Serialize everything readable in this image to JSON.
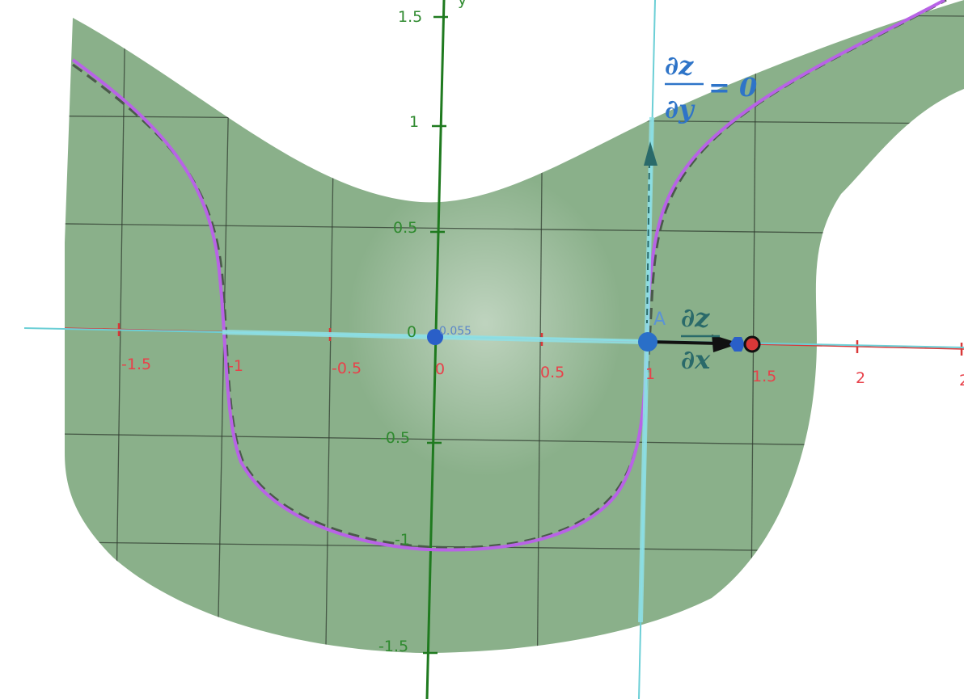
{
  "x_axis": {
    "ticks": [
      "-1.5",
      "-1",
      "-0.5",
      "0",
      "0.5",
      "1",
      "1.5",
      "2",
      "2"
    ]
  },
  "y_axis": {
    "ticks": [
      "1.5",
      "1",
      "0.5",
      "0",
      "-0.5",
      "-1",
      "-1.5"
    ],
    "label_fragment": "y"
  },
  "point": {
    "name": "A",
    "origin_value": "0.055"
  },
  "annotations": {
    "partial_zy": {
      "num": "∂z",
      "den": "∂y",
      "rhs": "= 0"
    },
    "partial_zx": {
      "num": "∂z",
      "den": "∂x"
    }
  },
  "colors": {
    "surface": "#8ab08a",
    "grid": "#2f3b2f",
    "curve": "#b863e6",
    "curve_dashed": "#4a5a4a",
    "x_axis": "#d93838",
    "y_axis": "#1f7a1f",
    "tangent": "#6ccfd6",
    "annotation_zy": "#2e74c8",
    "annotation_zx": "#2a6a6a"
  }
}
